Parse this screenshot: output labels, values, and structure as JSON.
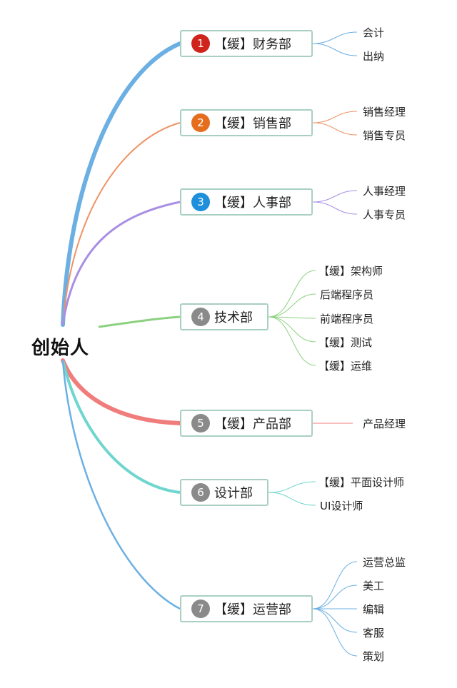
{
  "colors": {
    "finance": "#6cb0e3",
    "sales": "#ee9364",
    "hr": "#a98fe3",
    "tech": "#8cd17f",
    "product": "#f07c7c",
    "design": "#6fd6cf",
    "operations": "#6cb0e3",
    "badge_finance": "#d0231b",
    "badge_sales": "#e46d1e",
    "badge_hr": "#1e8fdb",
    "badge_gray": "#8a8a8a",
    "box_border": "#a9cfc3"
  },
  "root": {
    "label": "创始人"
  },
  "departments": [
    {
      "number": "1",
      "label": "【缓】财务部",
      "children": [
        "会计",
        "出纳"
      ]
    },
    {
      "number": "2",
      "label": "【缓】销售部",
      "children": [
        "销售经理",
        "销售专员"
      ]
    },
    {
      "number": "3",
      "label": "【缓】人事部",
      "children": [
        "人事经理",
        "人事专员"
      ]
    },
    {
      "number": "4",
      "label": "技术部",
      "children": [
        "【缓】架构师",
        "后端程序员",
        "前端程序员",
        "【缓】测试",
        "【缓】运维"
      ]
    },
    {
      "number": "5",
      "label": "【缓】产品部",
      "children": [
        "产品经理"
      ]
    },
    {
      "number": "6",
      "label": "设计部",
      "children": [
        "【缓】平面设计师",
        "UI设计师"
      ]
    },
    {
      "number": "7",
      "label": "【缓】运营部",
      "children": [
        "运营总监",
        "美工",
        "编辑",
        "客服",
        "策划"
      ]
    }
  ]
}
